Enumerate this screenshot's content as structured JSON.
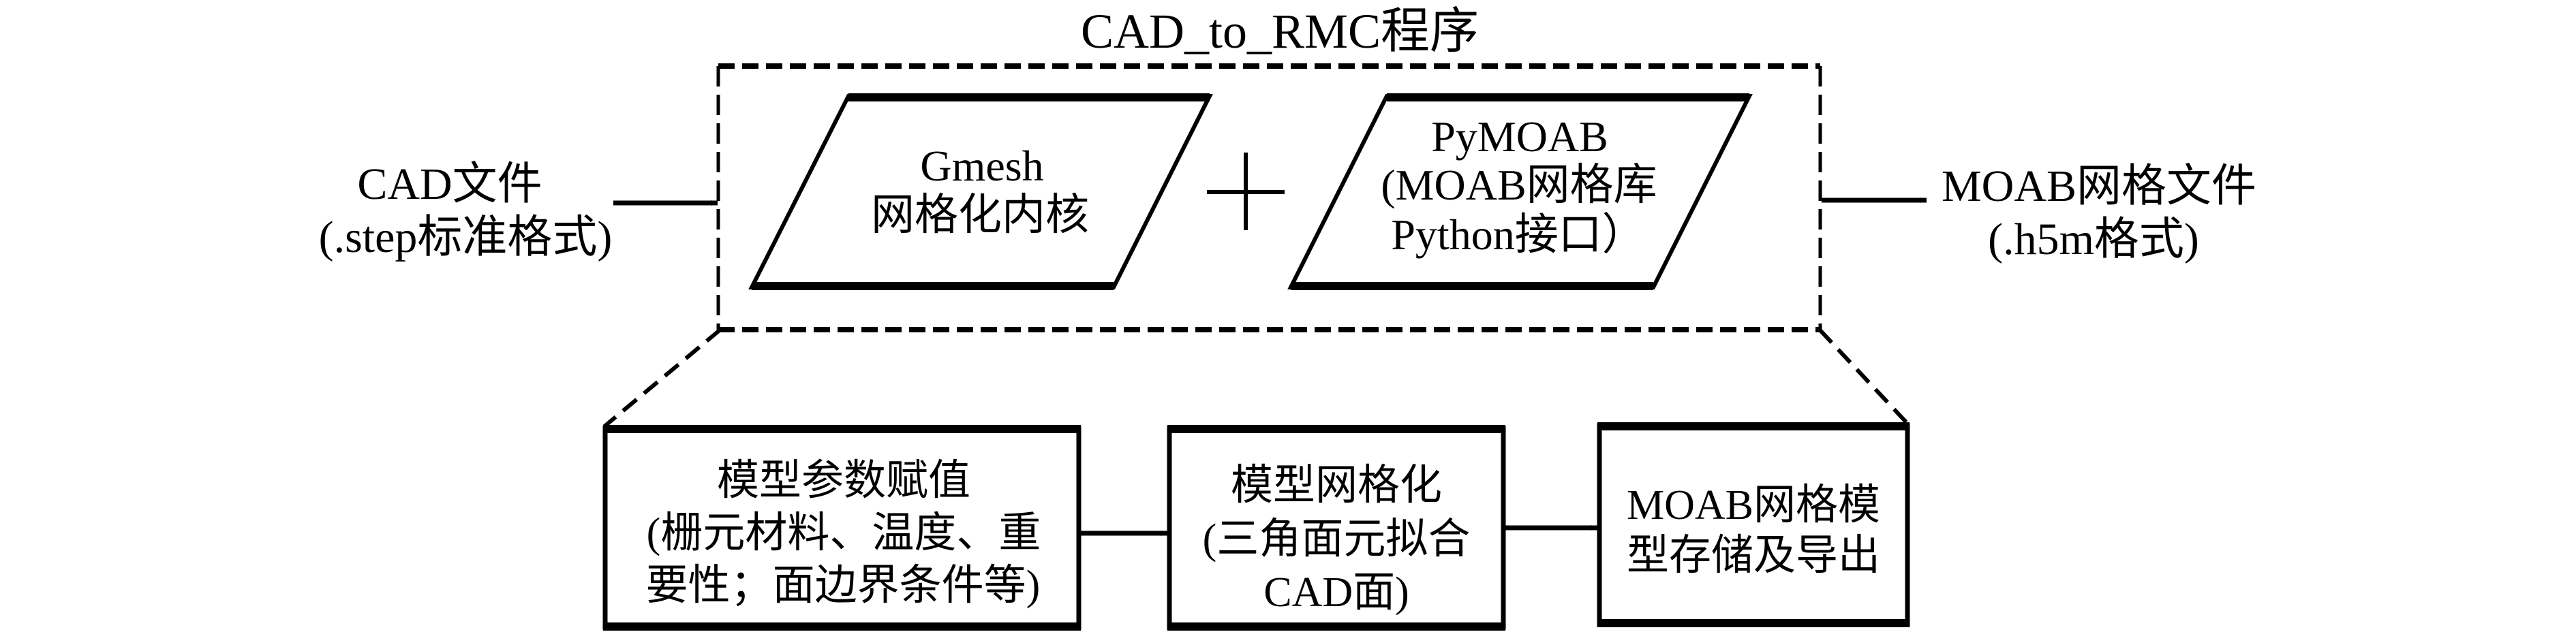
{
  "diagram": {
    "title": "CAD_to_RMC程序",
    "input": {
      "lines": [
        "CAD文件",
        "(.step标准格式)"
      ]
    },
    "output": {
      "lines": [
        "MOAB网格文件",
        "(.h5m格式)"
      ]
    },
    "components": [
      {
        "id": "gmesh",
        "lines": [
          "Gmesh",
          "网格化内核"
        ]
      },
      {
        "id": "pymoab",
        "lines": [
          "PyMOAB",
          "(MOAB网格库",
          "Python接口）"
        ]
      }
    ],
    "combine_symbol": "+",
    "steps": [
      {
        "id": "param-assign",
        "lines": [
          "模型参数赋值",
          "(栅元材料、温度、重",
          "要性；面边界条件等)"
        ]
      },
      {
        "id": "meshing",
        "lines": [
          "模型网格化",
          "(三角面元拟合",
          "CAD面)"
        ]
      },
      {
        "id": "store-export",
        "lines": [
          "MOAB网格模",
          "型存储及导出"
        ]
      }
    ],
    "colors": {
      "stroke": "#000000",
      "background": "#ffffff"
    }
  }
}
